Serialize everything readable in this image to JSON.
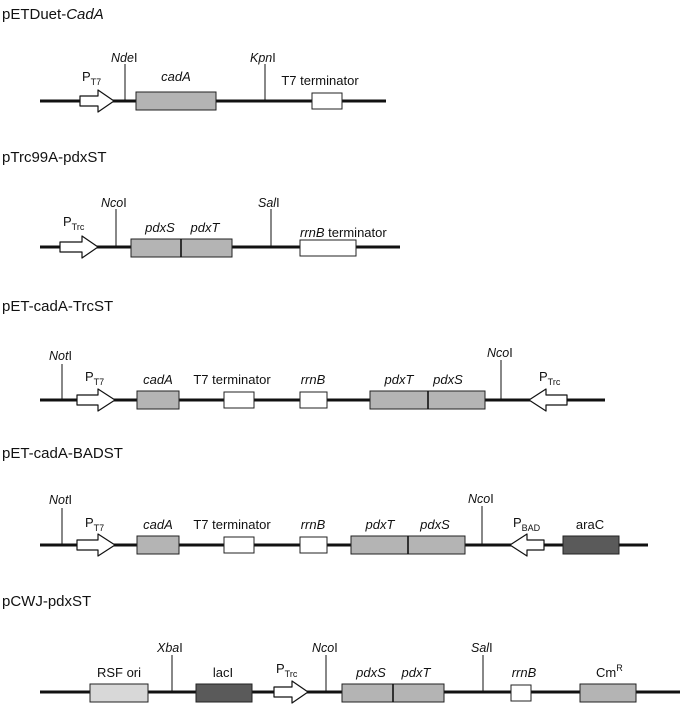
{
  "constructs": [
    {
      "name_plain": "pETDuet-",
      "name_italic": "CadA",
      "sites": [
        {
          "label_italic": "Nde",
          "label_roman": "I"
        },
        {
          "label_italic": "Kpn",
          "label_roman": "I"
        }
      ],
      "promoters": [
        {
          "main": "P",
          "sub": "T7"
        }
      ],
      "genes": [
        {
          "label": "cadA"
        },
        {
          "label": "T7 terminator"
        }
      ]
    },
    {
      "name_plain": "pTrc99A-pdxST",
      "sites": [
        {
          "label_italic": "Nco",
          "label_roman": "I"
        },
        {
          "label_italic": "Sal",
          "label_roman": "I"
        }
      ],
      "promoters": [
        {
          "main": "P",
          "sub": "Trc"
        }
      ],
      "genes": [
        {
          "label": "pdxS"
        },
        {
          "label": "pdxT"
        },
        {
          "label_italic": "rrnB",
          "label_roman": " terminator"
        }
      ]
    },
    {
      "name_plain": "pET-cadA-TrcST",
      "sites": [
        {
          "label_italic": "Not",
          "label_roman": "I"
        },
        {
          "label_italic": "Nco",
          "label_roman": "I"
        }
      ],
      "promoters": [
        {
          "main": "P",
          "sub": "T7"
        },
        {
          "main": "P",
          "sub": "Trc"
        }
      ],
      "genes": [
        {
          "label": "cadA"
        },
        {
          "label": "T7 terminator"
        },
        {
          "label": "rrnB"
        },
        {
          "label": "pdxT"
        },
        {
          "label": "pdxS"
        }
      ]
    },
    {
      "name_plain": "pET-cadA-BADST",
      "sites": [
        {
          "label_italic": "Not",
          "label_roman": "I"
        },
        {
          "label_italic": "Nco",
          "label_roman": "I"
        }
      ],
      "promoters": [
        {
          "main": "P",
          "sub": "T7"
        },
        {
          "main": "P",
          "sub": "BAD"
        }
      ],
      "genes": [
        {
          "label": "cadA"
        },
        {
          "label": "T7 terminator"
        },
        {
          "label": "rrnB"
        },
        {
          "label": "pdxT"
        },
        {
          "label": "pdxS"
        },
        {
          "label": "araC"
        }
      ]
    },
    {
      "name_plain": "pCWJ-pdxST",
      "sites": [
        {
          "label_italic": "Xba",
          "label_roman": "I"
        },
        {
          "label_italic": "Nco",
          "label_roman": "I"
        },
        {
          "label_italic": "Sal",
          "label_roman": "I"
        }
      ],
      "promoters": [
        {
          "main": "P",
          "sub": "Trc"
        }
      ],
      "genes": [
        {
          "label": "RSF ori"
        },
        {
          "label": "lacI"
        },
        {
          "label": "pdxS"
        },
        {
          "label": "pdxT"
        },
        {
          "label": "rrnB"
        },
        {
          "label": "Cm",
          "sup": "R"
        }
      ]
    }
  ],
  "colors": {
    "backbone": "#111111",
    "light_gray": "#b4b4b4",
    "pale_gray": "#d8d8d8",
    "dark_gray": "#5a5a5a",
    "white": "#ffffff"
  }
}
